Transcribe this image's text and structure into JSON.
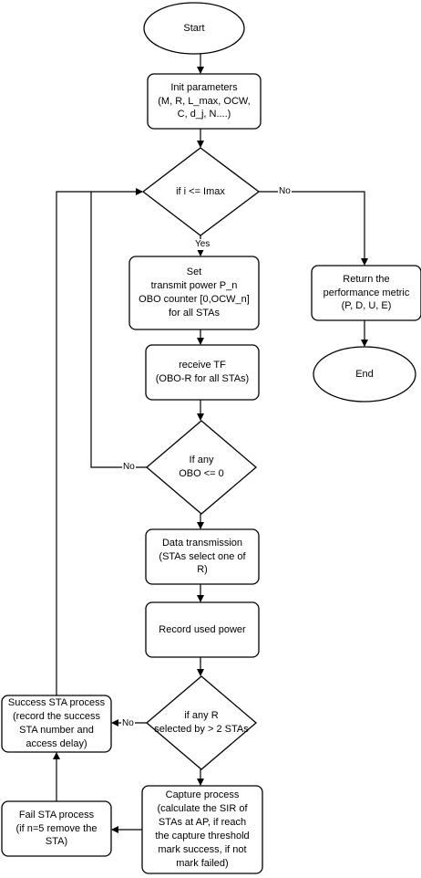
{
  "nodes": {
    "start": "Start",
    "init": "Init parameters\n(M, R, L_max, OCW,\nC, d_j, N....)",
    "loop_cond": "if i <= Imax",
    "set": "Set\ntransmit power P_n\nOBO counter [0,OCW_n]\nfor all STAs",
    "receive_tf": "receive TF\n(OBO-R for all STAs)",
    "obo_check": "If any\nOBO <= 0",
    "data_tx": "Data transmission\n(STAs select one of\nR)",
    "record_power": "Record used power",
    "r_check": "if any R\nselected by > 2 STAs",
    "capture": "Capture process\n(calculate the SIR of\nSTAs at AP, if reach\nthe capture threshold\nmark success, if not\nmark failed)",
    "fail": "Fail STA process\n(if n=5 remove the\nSTA)",
    "success": "Success STA process\n(record the success\nSTA number and\naccess delay)",
    "return": "Return the\nperformance metric\n(P, D, U, E)",
    "end": "End"
  },
  "edges": {
    "yes": "Yes",
    "no_loop": "No",
    "no_obo": "No",
    "no_r": "No"
  },
  "colors": {
    "stroke": "#000000",
    "fill": "#ffffff"
  }
}
